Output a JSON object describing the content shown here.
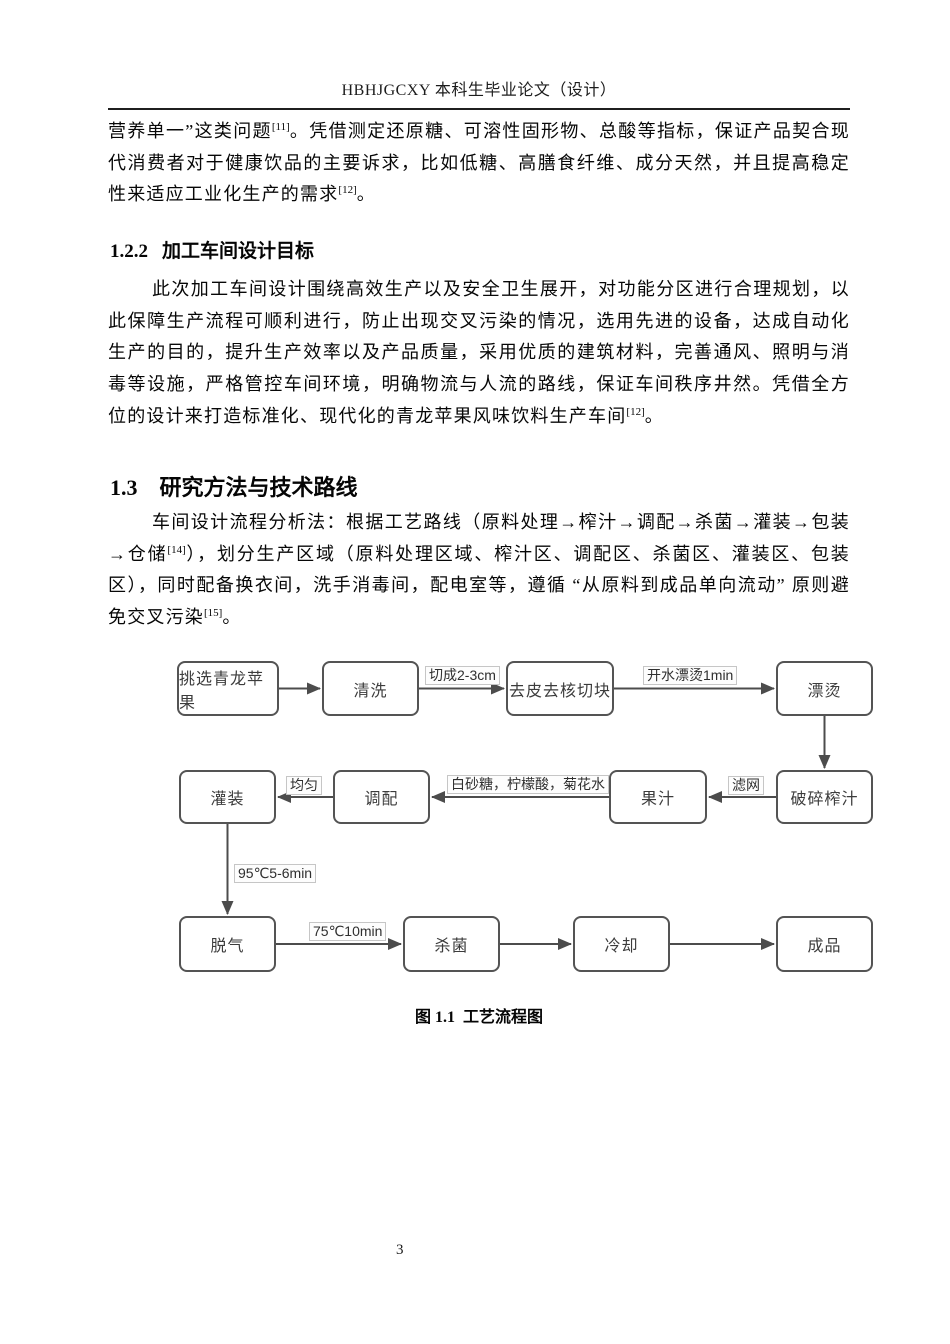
{
  "header": {
    "title": "HBHJGCXY 本科生毕业论文（设计）"
  },
  "sections": {
    "intro": {
      "segments": [
        {
          "text": "营养单一”这类问题"
        },
        {
          "text": "[11]",
          "sup": true
        },
        {
          "text": "。凭借测定还原糖、可溶性固形物、总酸等指标，保证产品契合现代消费者对于健康饮品的主要诉求，比如低糖、高膳食纤维、成分天然，并且提高稳定性来适应工业化生产的需求"
        },
        {
          "text": "[12]",
          "sup": true
        },
        {
          "text": "。"
        }
      ]
    },
    "s122": {
      "number": "1.2.2",
      "title": "加工车间设计目标",
      "segments": [
        {
          "text": "此次加工车间设计围绕高效生产以及安全卫生展开，对功能分区进行合理规划，以此保障生产流程可顺利进行，防止出现交叉污染的情况，选用先进的设备，达成自动化生产的目的，提升生产效率以及产品质量，采用优质的建筑材料，完善通风、照明与消毒等设施，严格管控车间环境，明确物流与人流的路线，保证车间秩序井然。凭借全方位的设计来打造标准化、现代化的青龙苹果风味饮料生产车间"
        },
        {
          "text": "[12]",
          "sup": true
        },
        {
          "text": "。"
        }
      ]
    },
    "s13": {
      "number": "1.3",
      "title": "研究方法与技术路线",
      "segments": [
        {
          "text": "车间设计流程分析法：根据工艺路线（原料处理→榨汁→调配→杀菌→灌装→包装→仓储"
        },
        {
          "text": "[14]",
          "sup": true
        },
        {
          "text": "），划分生产区域（原料处理区域、榨汁区、调配区、杀菌区、灌装区、包装区），同时配备换衣间，洗手消毒间，配电室等，遵循 “从原料到成品单向流动” 原则避免交叉污染"
        },
        {
          "text": "[15]",
          "sup": true
        },
        {
          "text": "。"
        }
      ]
    }
  },
  "figure": {
    "caption": "图 1.1  工艺流程图",
    "nodes": {
      "pick": "挑选青龙苹果",
      "wash": "清洗",
      "cut": "去皮去核切块",
      "blanch": "漂烫",
      "fill": "灌装",
      "blend": "调配",
      "juice": "果汁",
      "crush": "破碎榨汁",
      "degas": "脱气",
      "sterilize": "杀菌",
      "cool": "冷却",
      "product": "成品"
    },
    "edge_labels": {
      "cut_size": "切成2-3cm",
      "blanch_time": "开水漂烫1min",
      "mix_even": "均匀",
      "ingredients": "白砂糖，柠檬酸，菊花水",
      "filter": "滤网",
      "fill_temp": "95℃5-6min",
      "degas_temp": "75℃10min"
    },
    "colors": {
      "node_border": "#545454",
      "node_text": "#3c3c3c",
      "arrow": "#4c4c4c",
      "label_border": "#c6c6c6"
    }
  },
  "footer": {
    "page_number": "3"
  }
}
